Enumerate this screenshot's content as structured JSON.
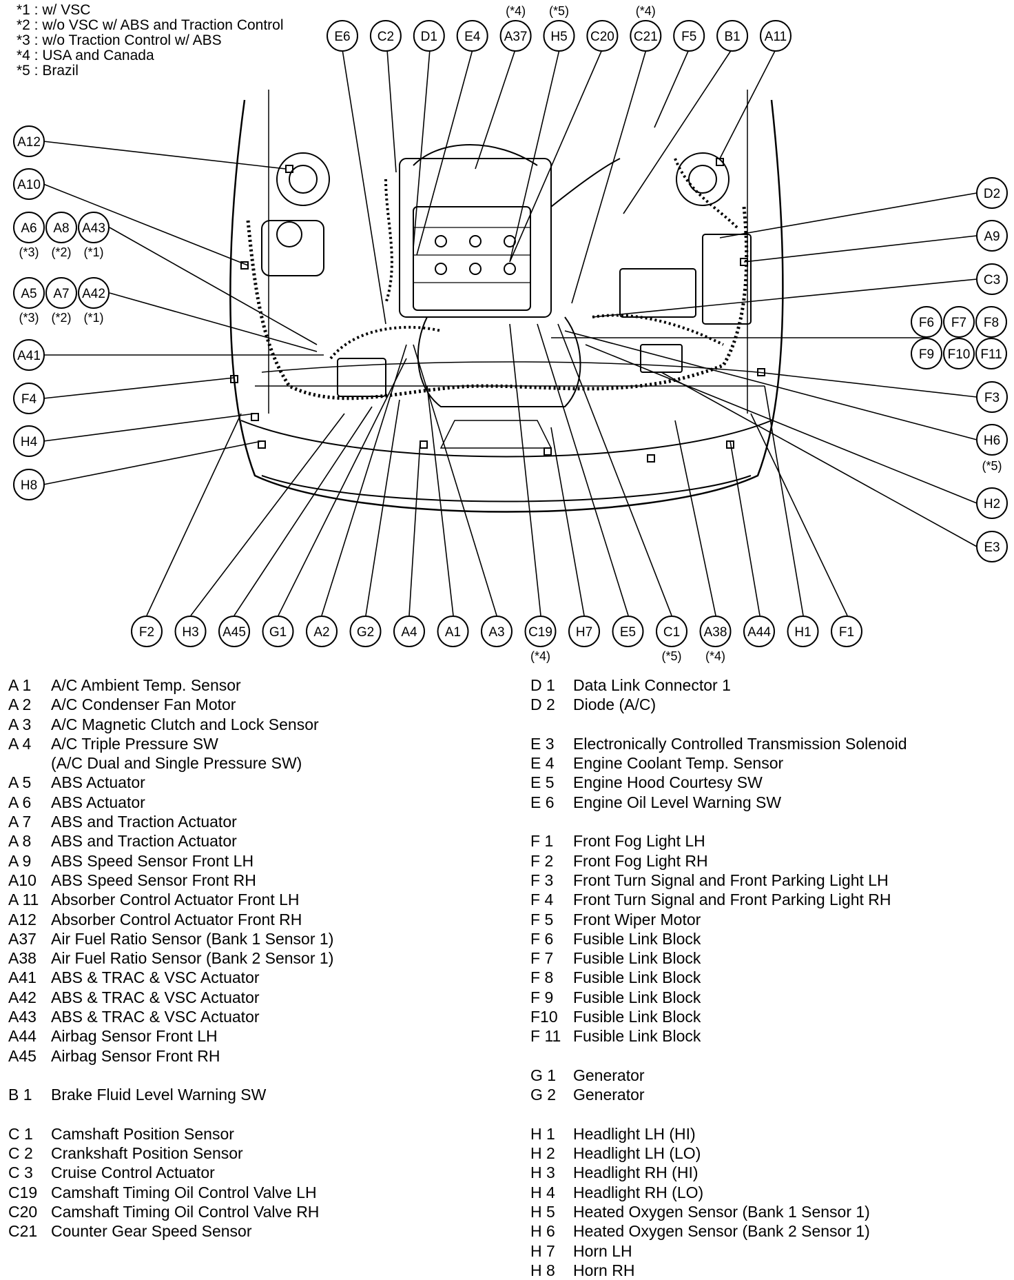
{
  "notes": [
    "*1 : w/ VSC",
    "*2 : w/o VSC w/ ABS and Traction Control",
    "*3 : w/o Traction Control w/ ABS",
    "*4 : USA and Canada",
    "*5 : Brazil"
  ],
  "callouts": {
    "top": [
      "E6",
      "C2",
      "D1",
      "E4",
      "A37",
      "H5",
      "C20",
      "C21",
      "F5",
      "B1",
      "A11"
    ],
    "top_notes": {
      "A37": "(*4)",
      "H5": "(*5)",
      "C21": "(*4)"
    },
    "left": [
      "A12",
      "A10",
      "A6",
      "A8",
      "A43",
      "A5",
      "A7",
      "A42",
      "A41",
      "F4",
      "H4",
      "H8"
    ],
    "left_notes": [
      "(*3)",
      "(*2)",
      "(*1)",
      "(*3)",
      "(*2)",
      "(*1)"
    ],
    "right": [
      "D2",
      "A9",
      "C3",
      "F6",
      "F7",
      "F8",
      "F9",
      "F10",
      "F11",
      "F3",
      "H6",
      "H2",
      "E3"
    ],
    "right_notes": {
      "H6": "(*5)"
    },
    "bottom": [
      "F2",
      "H3",
      "A45",
      "G1",
      "A2",
      "G2",
      "A4",
      "A1",
      "A3",
      "C19",
      "H7",
      "E5",
      "C1",
      "A38",
      "A44",
      "H1",
      "F1"
    ],
    "bottom_notes": {
      "C19": "(*4)",
      "C1": "(*5)",
      "A38": "(*4)"
    }
  },
  "legend_left": [
    {
      "code": "A 1",
      "name": "A/C Ambient Temp. Sensor"
    },
    {
      "code": "A 2",
      "name": "A/C Condenser Fan Motor"
    },
    {
      "code": "A 3",
      "name": "A/C Magnetic Clutch and Lock Sensor"
    },
    {
      "code": "A 4",
      "name": "A/C Triple Pressure SW"
    },
    {
      "code": "",
      "name": "(A/C Dual and Single Pressure SW)"
    },
    {
      "code": "A 5",
      "name": "ABS Actuator"
    },
    {
      "code": "A 6",
      "name": "ABS Actuator"
    },
    {
      "code": "A 7",
      "name": "ABS and Traction Actuator"
    },
    {
      "code": "A 8",
      "name": "ABS and Traction Actuator"
    },
    {
      "code": "A 9",
      "name": "ABS Speed Sensor Front LH"
    },
    {
      "code": "A10",
      "name": "ABS Speed Sensor Front RH"
    },
    {
      "code": "A 11",
      "name": "Absorber Control Actuator Front LH"
    },
    {
      "code": "A12",
      "name": "Absorber Control Actuator Front RH"
    },
    {
      "code": "A37",
      "name": "Air Fuel Ratio Sensor (Bank 1 Sensor 1)"
    },
    {
      "code": "A38",
      "name": "Air Fuel Ratio Sensor (Bank 2 Sensor 1)"
    },
    {
      "code": "A41",
      "name": "ABS & TRAC & VSC Actuator"
    },
    {
      "code": "A42",
      "name": "ABS & TRAC & VSC Actuator"
    },
    {
      "code": "A43",
      "name": "ABS & TRAC & VSC Actuator"
    },
    {
      "code": "A44",
      "name": "Airbag Sensor Front LH"
    },
    {
      "code": "A45",
      "name": "Airbag Sensor Front RH"
    },
    {
      "code": "",
      "name": ""
    },
    {
      "code": "B 1",
      "name": "Brake Fluid Level Warning SW"
    },
    {
      "code": "",
      "name": ""
    },
    {
      "code": "C 1",
      "name": "Camshaft Position Sensor"
    },
    {
      "code": "C 2",
      "name": "Crankshaft Position Sensor"
    },
    {
      "code": "C 3",
      "name": "Cruise Control Actuator"
    },
    {
      "code": "C19",
      "name": "Camshaft Timing Oil Control Valve LH"
    },
    {
      "code": "C20",
      "name": "Camshaft Timing Oil Control Valve RH"
    },
    {
      "code": "C21",
      "name": "Counter Gear Speed Sensor"
    }
  ],
  "legend_right": [
    {
      "code": "D 1",
      "name": "Data Link Connector 1"
    },
    {
      "code": "D 2",
      "name": "Diode (A/C)"
    },
    {
      "code": "",
      "name": ""
    },
    {
      "code": "E 3",
      "name": "Electronically Controlled Transmission Solenoid"
    },
    {
      "code": "E 4",
      "name": "Engine Coolant Temp. Sensor"
    },
    {
      "code": "E 5",
      "name": "Engine Hood Courtesy SW"
    },
    {
      "code": "E 6",
      "name": "Engine Oil Level Warning SW"
    },
    {
      "code": "",
      "name": ""
    },
    {
      "code": "F 1",
      "name": "Front Fog Light LH"
    },
    {
      "code": "F 2",
      "name": "Front Fog Light RH"
    },
    {
      "code": "F 3",
      "name": "Front Turn Signal and Front Parking Light LH"
    },
    {
      "code": "F 4",
      "name": "Front Turn Signal and Front Parking Light RH"
    },
    {
      "code": "F 5",
      "name": "Front Wiper Motor"
    },
    {
      "code": "F 6",
      "name": "Fusible Link Block"
    },
    {
      "code": "F 7",
      "name": "Fusible Link Block"
    },
    {
      "code": "F 8",
      "name": "Fusible Link Block"
    },
    {
      "code": "F 9",
      "name": "Fusible Link Block"
    },
    {
      "code": "F10",
      "name": "Fusible Link Block"
    },
    {
      "code": "F 11",
      "name": "Fusible Link Block"
    },
    {
      "code": "",
      "name": ""
    },
    {
      "code": "G 1",
      "name": "Generator"
    },
    {
      "code": "G 2",
      "name": "Generator"
    },
    {
      "code": "",
      "name": ""
    },
    {
      "code": "H 1",
      "name": "Headlight LH (HI)"
    },
    {
      "code": "H 2",
      "name": "Headlight LH (LO)"
    },
    {
      "code": "H 3",
      "name": "Headlight RH (HI)"
    },
    {
      "code": "H 4",
      "name": "Headlight RH (LO)"
    },
    {
      "code": "H 5",
      "name": "Heated Oxygen Sensor (Bank 1 Sensor 1)"
    },
    {
      "code": "H 6",
      "name": "Heated Oxygen Sensor (Bank 2 Sensor 1)"
    },
    {
      "code": "H 7",
      "name": "Horn LH"
    },
    {
      "code": "H 8",
      "name": "Horn RH"
    }
  ]
}
